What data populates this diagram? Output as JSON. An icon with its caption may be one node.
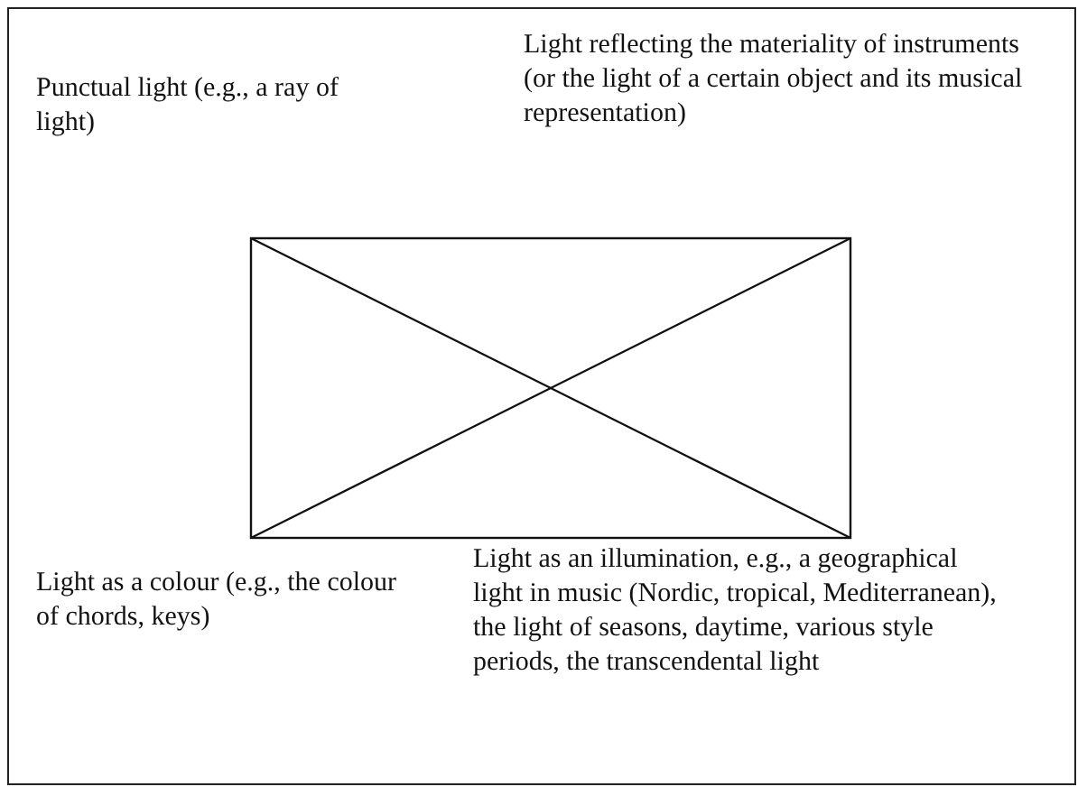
{
  "diagram": {
    "labels": [
      "Punctual light (e.g., a ray of light)",
      "Light reflecting the materiality of instruments (or the light of a certain object and its musical representation)",
      "Light as a colour (e.g., the colour of chords, keys)",
      "Light as an illumination, e.g., a geographical light in music (Nordic, tropical, Mediterranean), the light of seasons, daytime, various style periods, the transcendental light"
    ]
  }
}
